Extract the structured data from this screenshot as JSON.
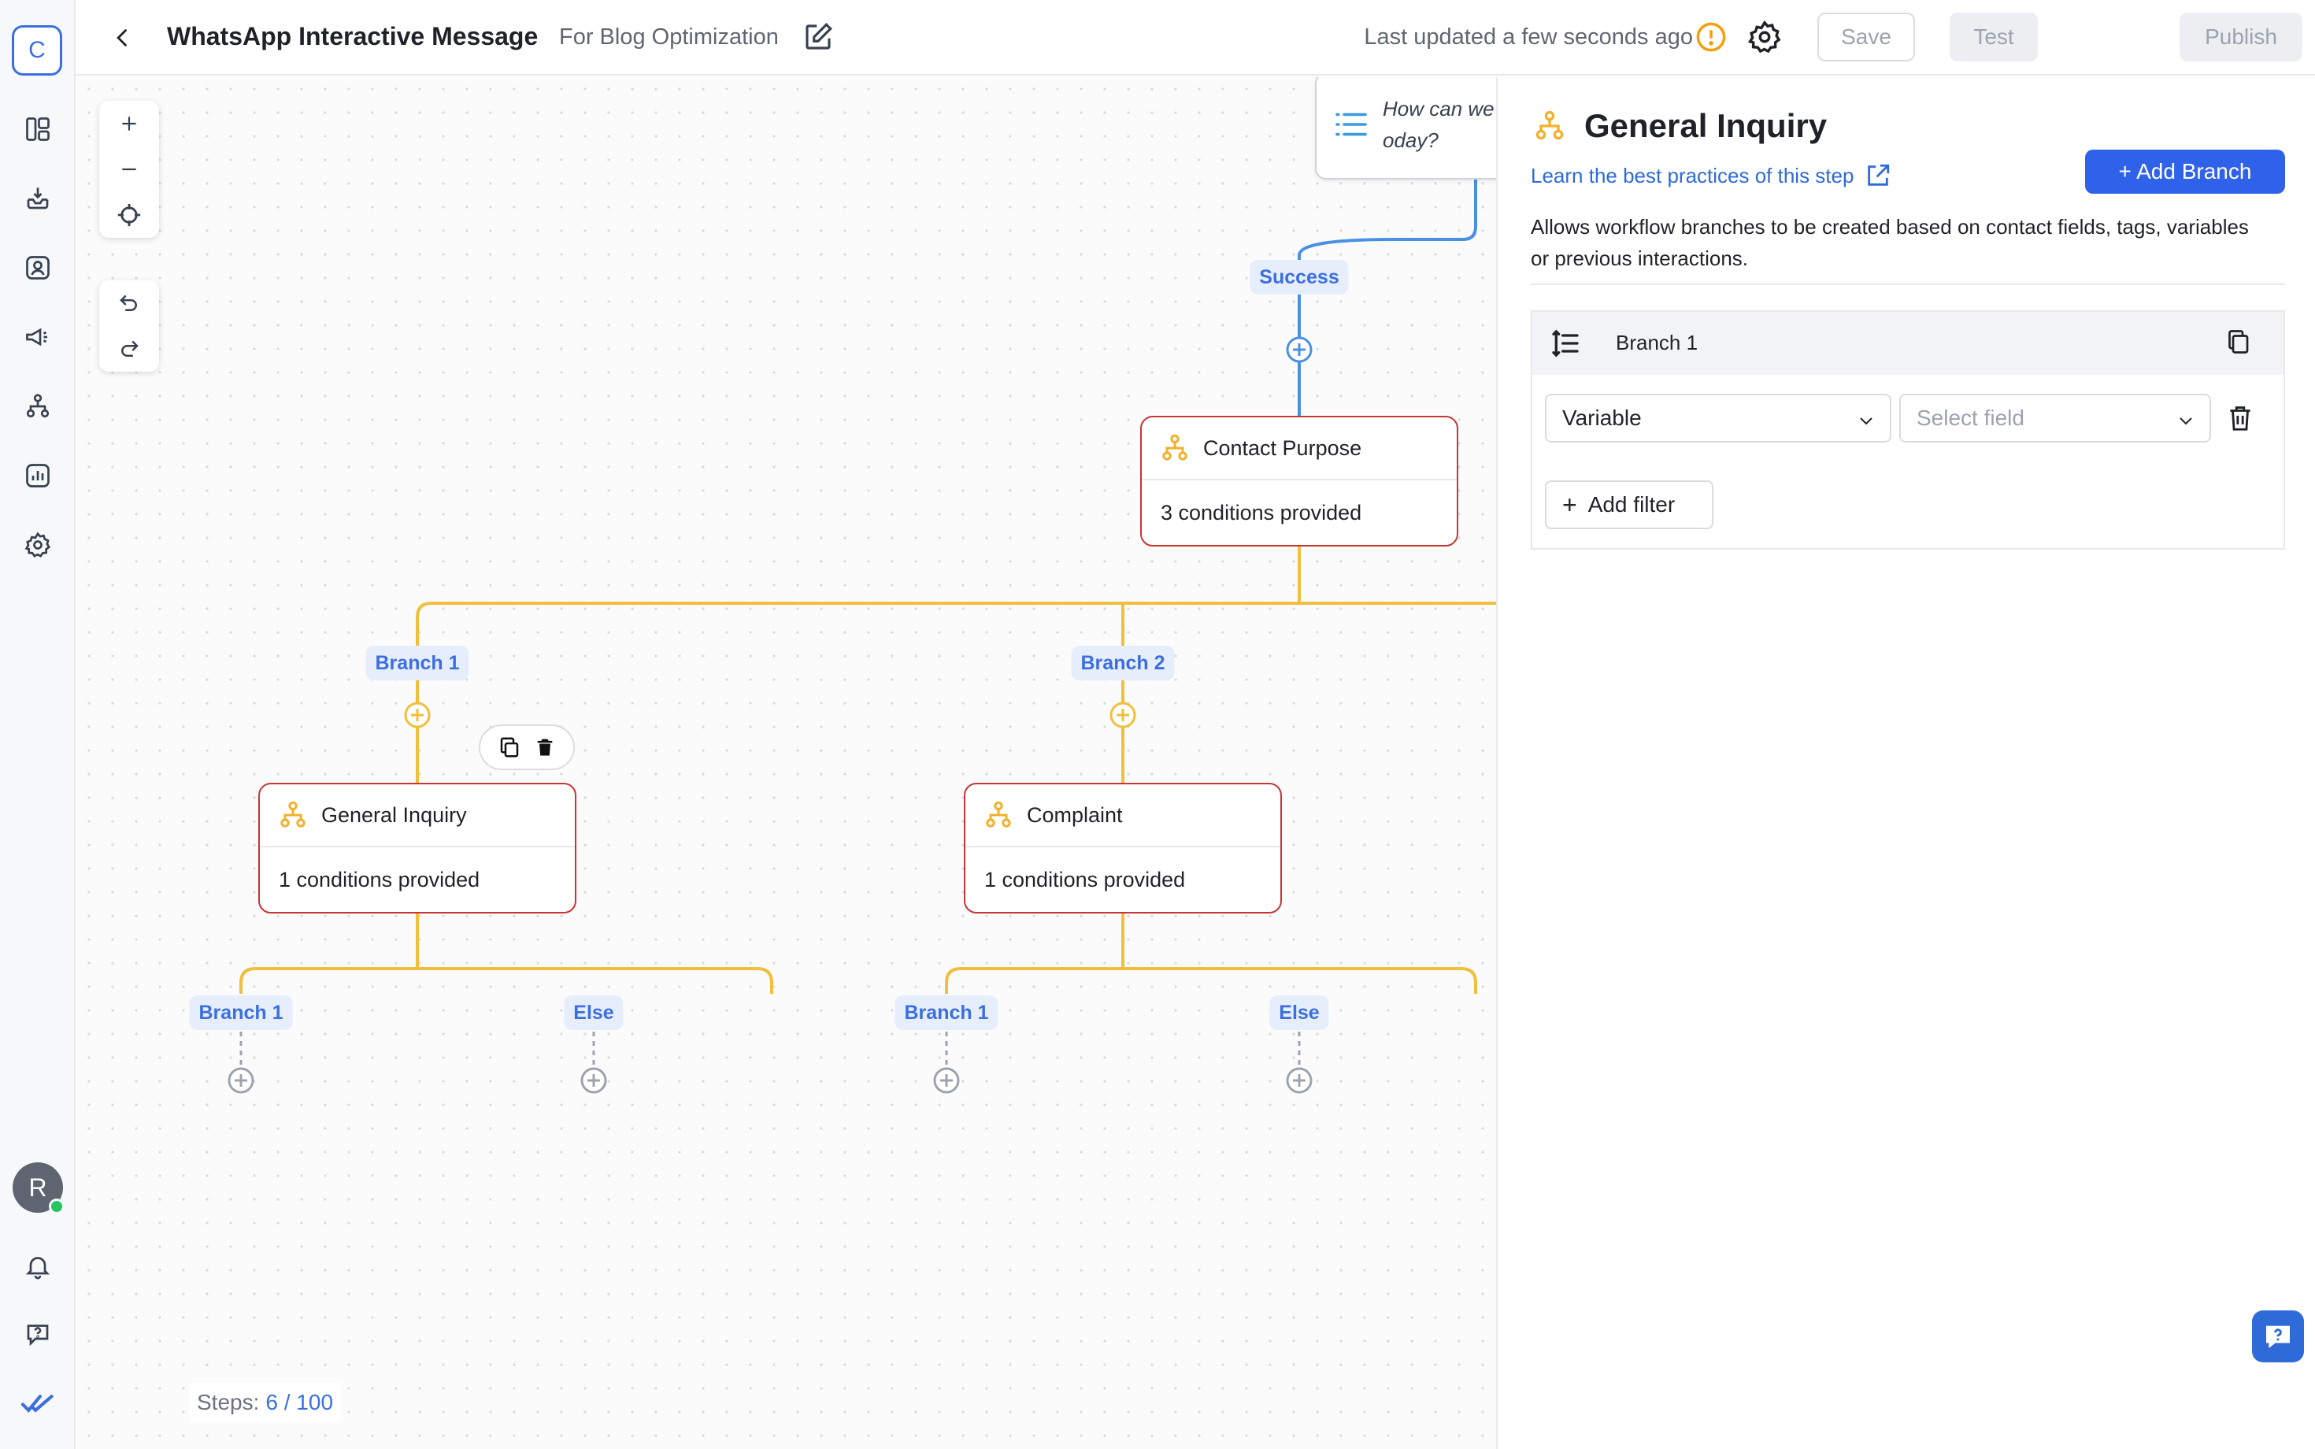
{
  "rail": {
    "org_initial": "C",
    "nav_items": [
      {
        "name": "dashboard-icon"
      },
      {
        "name": "inbox-icon"
      },
      {
        "name": "contacts-icon"
      },
      {
        "name": "broadcast-icon"
      },
      {
        "name": "workflow-icon"
      },
      {
        "name": "reports-icon"
      },
      {
        "name": "settings-icon"
      }
    ],
    "avatar_initial": "R"
  },
  "header": {
    "title": "WhatsApp Interactive Message",
    "subtitle": "For Blog Optimization",
    "last_updated": "Last updated a few seconds ago",
    "save_label": "Save",
    "test_label": "Test",
    "publish_label": "Publish"
  },
  "canvas": {
    "message_node_text": "How can we\noday?",
    "success_label": "Success",
    "contact_purpose": {
      "title": "Contact Purpose",
      "conditions": "3 conditions provided"
    },
    "branch_labels": {
      "b1": "Branch 1",
      "b2": "Branch 2"
    },
    "general_inquiry": {
      "title": "General Inquiry",
      "conditions": "1 conditions provided",
      "branch": "Branch 1",
      "else": "Else"
    },
    "complaint": {
      "title": "Complaint",
      "conditions": "1 conditions provided",
      "branch": "Branch 1",
      "else": "Else"
    },
    "steps_label": "Steps:",
    "steps_value": "6 / 100"
  },
  "panel": {
    "title": "General Inquiry",
    "learn_link": "Learn the best practices of this step",
    "add_branch_label": "+ Add Branch",
    "description": "Allows workflow branches to be created based on contact fields, tags, variables or previous interactions.",
    "branch": {
      "label": "Branch 1",
      "variable_select": "Variable",
      "field_placeholder": "Select field",
      "add_filter_label": "Add filter"
    }
  },
  "colors": {
    "accent_blue": "#3b6fe0",
    "branch_yellow": "#f2bf3c",
    "node_border_red": "#c93434",
    "primary_button": "#2f62e8"
  }
}
